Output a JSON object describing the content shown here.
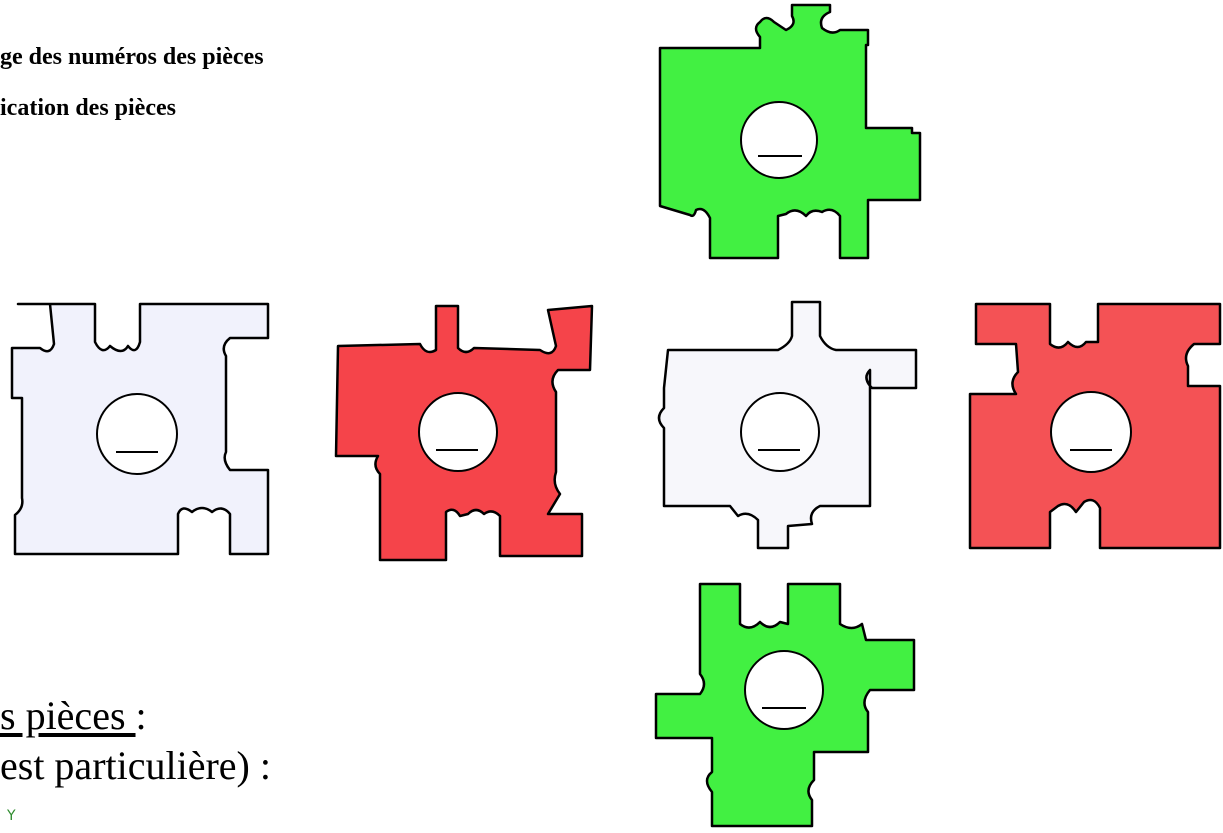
{
  "headings": {
    "line1": "ge des numéros des pièces",
    "line2": "ication des pièces"
  },
  "body": {
    "line1_underlined": "s pièces ",
    "line1_rest": ":",
    "line2": "est particulière) :"
  },
  "axis_label": "Y",
  "colors": {
    "green": "#42f042",
    "red": "#f5444a",
    "red_light": "#f45255",
    "lavender": "#f1f2fc",
    "white_piece": "#f7f7fb",
    "outline": "#000000"
  },
  "pieces": [
    {
      "id": "green-top",
      "color": "green",
      "number": ""
    },
    {
      "id": "lavender-left",
      "color": "lavender",
      "number": ""
    },
    {
      "id": "red-left",
      "color": "red",
      "number": ""
    },
    {
      "id": "white-center",
      "color": "white_piece",
      "number": ""
    },
    {
      "id": "red-right",
      "color": "red_light",
      "number": ""
    },
    {
      "id": "green-bottom",
      "color": "green",
      "number": ""
    }
  ]
}
